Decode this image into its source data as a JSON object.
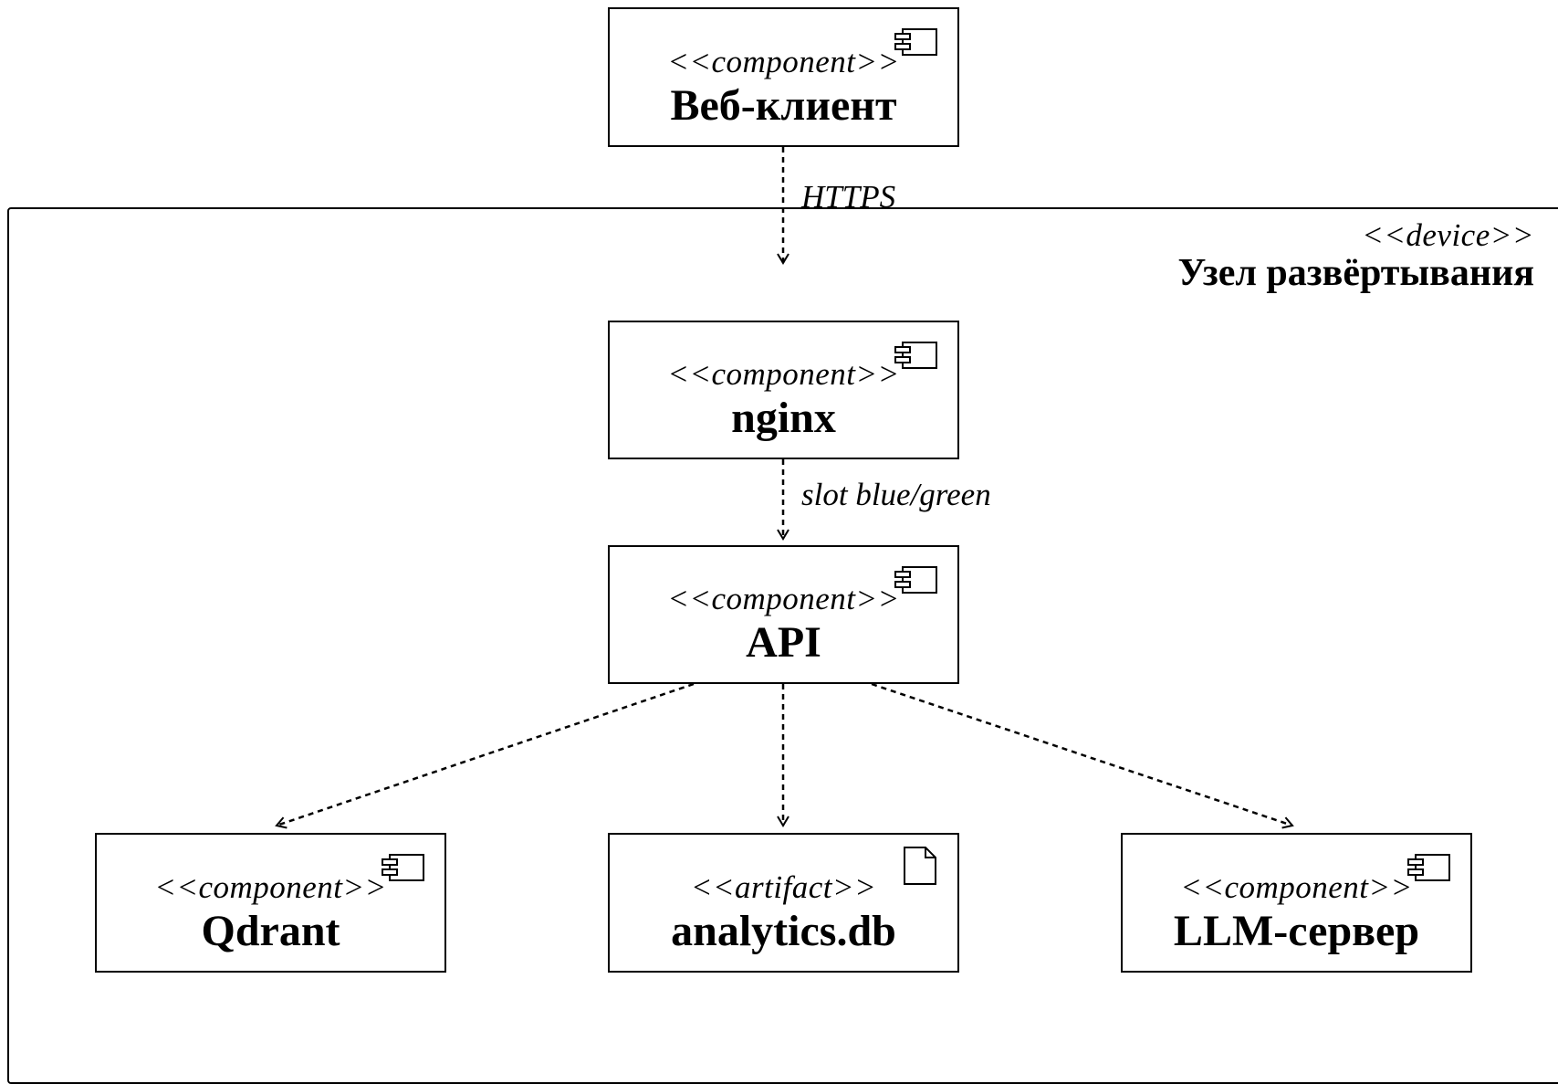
{
  "device": {
    "stereotype": "<<device>>",
    "name": "Узел развёртывания"
  },
  "nodes": {
    "web_client": {
      "stereotype": "<<component>>",
      "name": "Веб-клиент",
      "icon": "component-icon"
    },
    "nginx": {
      "stereotype": "<<component>>",
      "name": "nginx",
      "icon": "component-icon"
    },
    "api": {
      "stereotype": "<<component>>",
      "name": "API",
      "icon": "component-icon"
    },
    "qdrant": {
      "stereotype": "<<component>>",
      "name": "Qdrant",
      "icon": "component-icon"
    },
    "analytics_db": {
      "stereotype": "<<artifact>>",
      "name": "analytics.db",
      "icon": "artifact-document-icon"
    },
    "llm_server": {
      "stereotype": "<<component>>",
      "name": "LLM-сервер",
      "icon": "component-icon"
    }
  },
  "edges": [
    {
      "from": "web_client",
      "to": "nginx",
      "label": "HTTPS",
      "style": "dashed-open-arrow"
    },
    {
      "from": "nginx",
      "to": "api",
      "label": "slot blue/green",
      "style": "dashed-open-arrow"
    },
    {
      "from": "api",
      "to": "qdrant",
      "label": "",
      "style": "dashed-open-arrow"
    },
    {
      "from": "api",
      "to": "analytics_db",
      "label": "",
      "style": "dashed-open-arrow"
    },
    {
      "from": "api",
      "to": "llm_server",
      "label": "",
      "style": "dashed-open-arrow"
    }
  ],
  "colors": {
    "line": "#000000",
    "background": "#ffffff"
  }
}
